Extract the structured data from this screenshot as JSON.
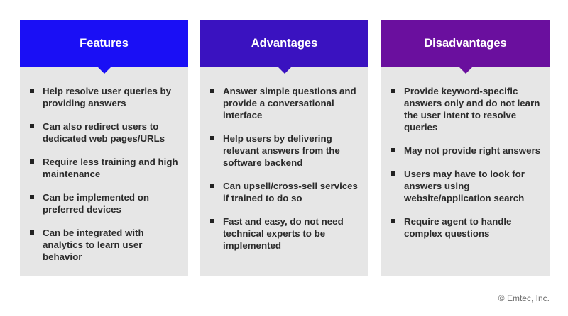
{
  "colors": {
    "features": "#1a0ff5",
    "advantages": "#3a12c0",
    "disadvantages": "#6a0f9e",
    "card_bg": "#e6e6e6"
  },
  "columns": [
    {
      "title": "Features",
      "items": [
        "Help resolve user queries by providing answers",
        "Can also redirect users to dedicated web pages/URLs",
        "Require less training and high maintenance",
        "Can be implemented on preferred devices",
        "Can be integrated with analytics to learn user behavior"
      ]
    },
    {
      "title": "Advantages",
      "items": [
        "Answer simple questions and provide a conversational interface",
        "Help users by delivering relevant answers from the software backend",
        "Can upsell/cross-sell services if trained to do so",
        "Fast and easy, do not need technical experts to be implemented"
      ]
    },
    {
      "title": "Disadvantages",
      "items": [
        "Provide keyword-specific answers only and do not learn the user intent to resolve queries",
        "May not provide right answers",
        "Users may have to look for answers using website/application search",
        "Require agent to handle complex questions"
      ]
    }
  ],
  "footer": {
    "copyright": "© Emtec, Inc."
  }
}
